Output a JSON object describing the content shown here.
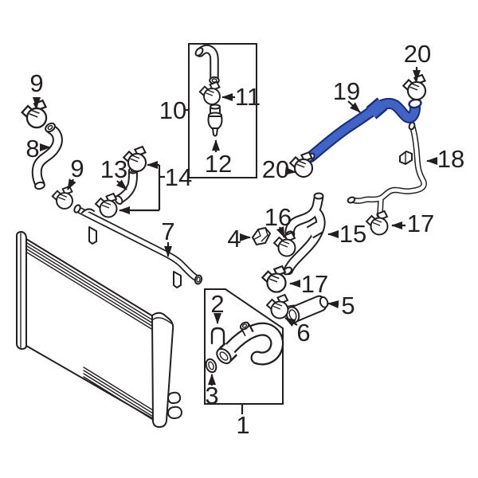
{
  "figure": {
    "background": "#ffffff",
    "ink": "#231f20",
    "highlighted_part": {
      "label": "19",
      "fill": "#4063c5",
      "stroke": "#1b2d73"
    },
    "callouts": [
      {
        "id": "9a",
        "label": "9"
      },
      {
        "id": "8",
        "label": "8"
      },
      {
        "id": "9b",
        "label": "9"
      },
      {
        "id": "13",
        "label": "13"
      },
      {
        "id": "14",
        "label": "14"
      },
      {
        "id": "10",
        "label": "10"
      },
      {
        "id": "11",
        "label": "11"
      },
      {
        "id": "12",
        "label": "12"
      },
      {
        "id": "7",
        "label": "7"
      },
      {
        "id": "20a",
        "label": "20"
      },
      {
        "id": "19",
        "label": "19"
      },
      {
        "id": "20b",
        "label": "20"
      },
      {
        "id": "18",
        "label": "18"
      },
      {
        "id": "17a",
        "label": "17"
      },
      {
        "id": "16",
        "label": "16"
      },
      {
        "id": "15",
        "label": "15"
      },
      {
        "id": "4",
        "label": "4"
      },
      {
        "id": "17b",
        "label": "17"
      },
      {
        "id": "5",
        "label": "5"
      },
      {
        "id": "6",
        "label": "6"
      },
      {
        "id": "2",
        "label": "2"
      },
      {
        "id": "3",
        "label": "3"
      },
      {
        "id": "1",
        "label": "1"
      }
    ]
  }
}
